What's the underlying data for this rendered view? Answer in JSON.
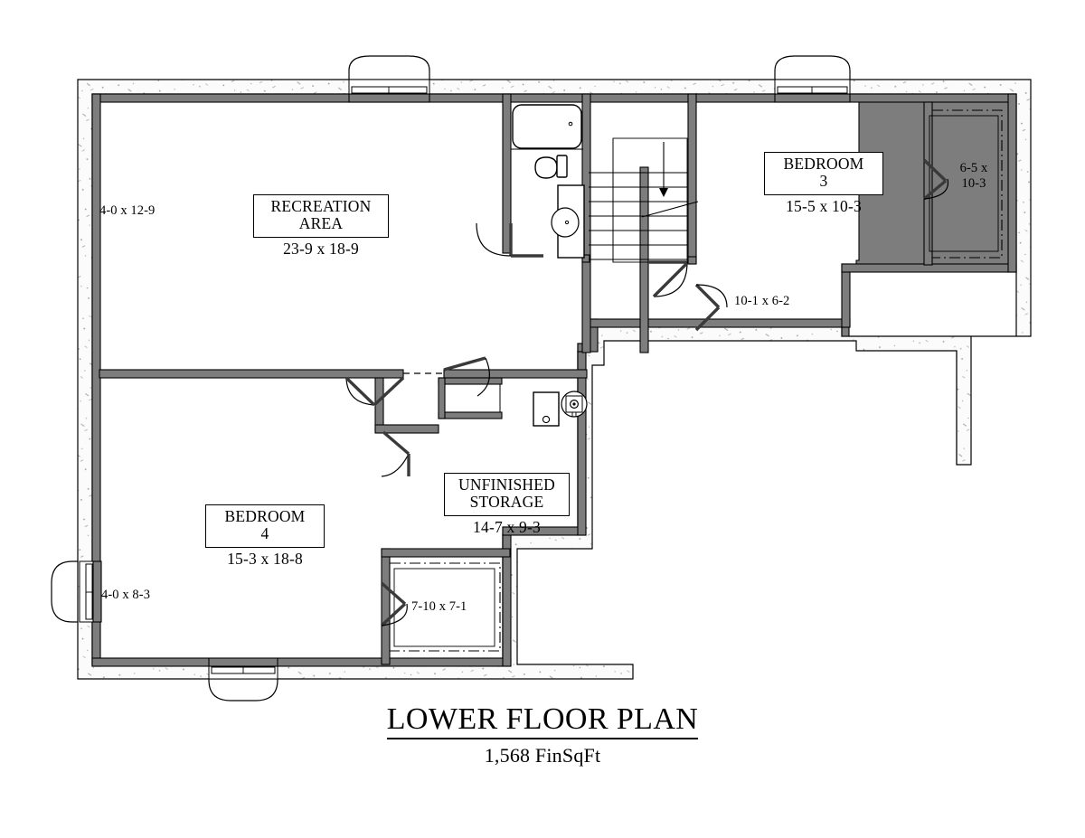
{
  "drawing": {
    "kind": "architectural-floor-plan",
    "title": "LOWER FLOOR PLAN",
    "square_footage": "1,568 FinSqFt"
  },
  "rooms": [
    {
      "id": "recreation-area",
      "name": "RECREATION\nAREA",
      "dimensions": "23-9 x 18-9"
    },
    {
      "id": "bedroom-3",
      "name": "BEDROOM\n3",
      "dimensions": "15-5 x 10-3"
    },
    {
      "id": "bedroom-4",
      "name": "BEDROOM\n4",
      "dimensions": "15-3 x 18-8"
    },
    {
      "id": "unfinished-storage",
      "name": "UNFINISHED\nSTORAGE",
      "dimensions": "14-7 x 9-3"
    }
  ],
  "dimension_notes": [
    {
      "id": "rec-window-well-left",
      "text": "4-0 x 12-9"
    },
    {
      "id": "hall-stair-area",
      "text": "10-1 x 6-2"
    },
    {
      "id": "bedroom-3-closet",
      "text": "6-5 x\n10-3"
    },
    {
      "id": "bedroom-4-window-well-left",
      "text": "4-0 x 8-3"
    },
    {
      "id": "bedroom-4-closet",
      "text": "7-10 x 7-1"
    }
  ],
  "fixtures": [
    {
      "id": "bathtub",
      "name": "bathtub"
    },
    {
      "id": "toilet",
      "name": "toilet"
    },
    {
      "id": "vanity-sink",
      "name": "vanity-sink"
    },
    {
      "id": "stairs",
      "name": "stairs-down"
    },
    {
      "id": "water-heater",
      "name": "water-heater"
    },
    {
      "id": "furnace",
      "name": "furnace"
    }
  ],
  "colors": {
    "line": "#000000",
    "wall_fill": "#7d7d7d",
    "concrete_fill": "#f2f2f2",
    "background": "#ffffff"
  }
}
